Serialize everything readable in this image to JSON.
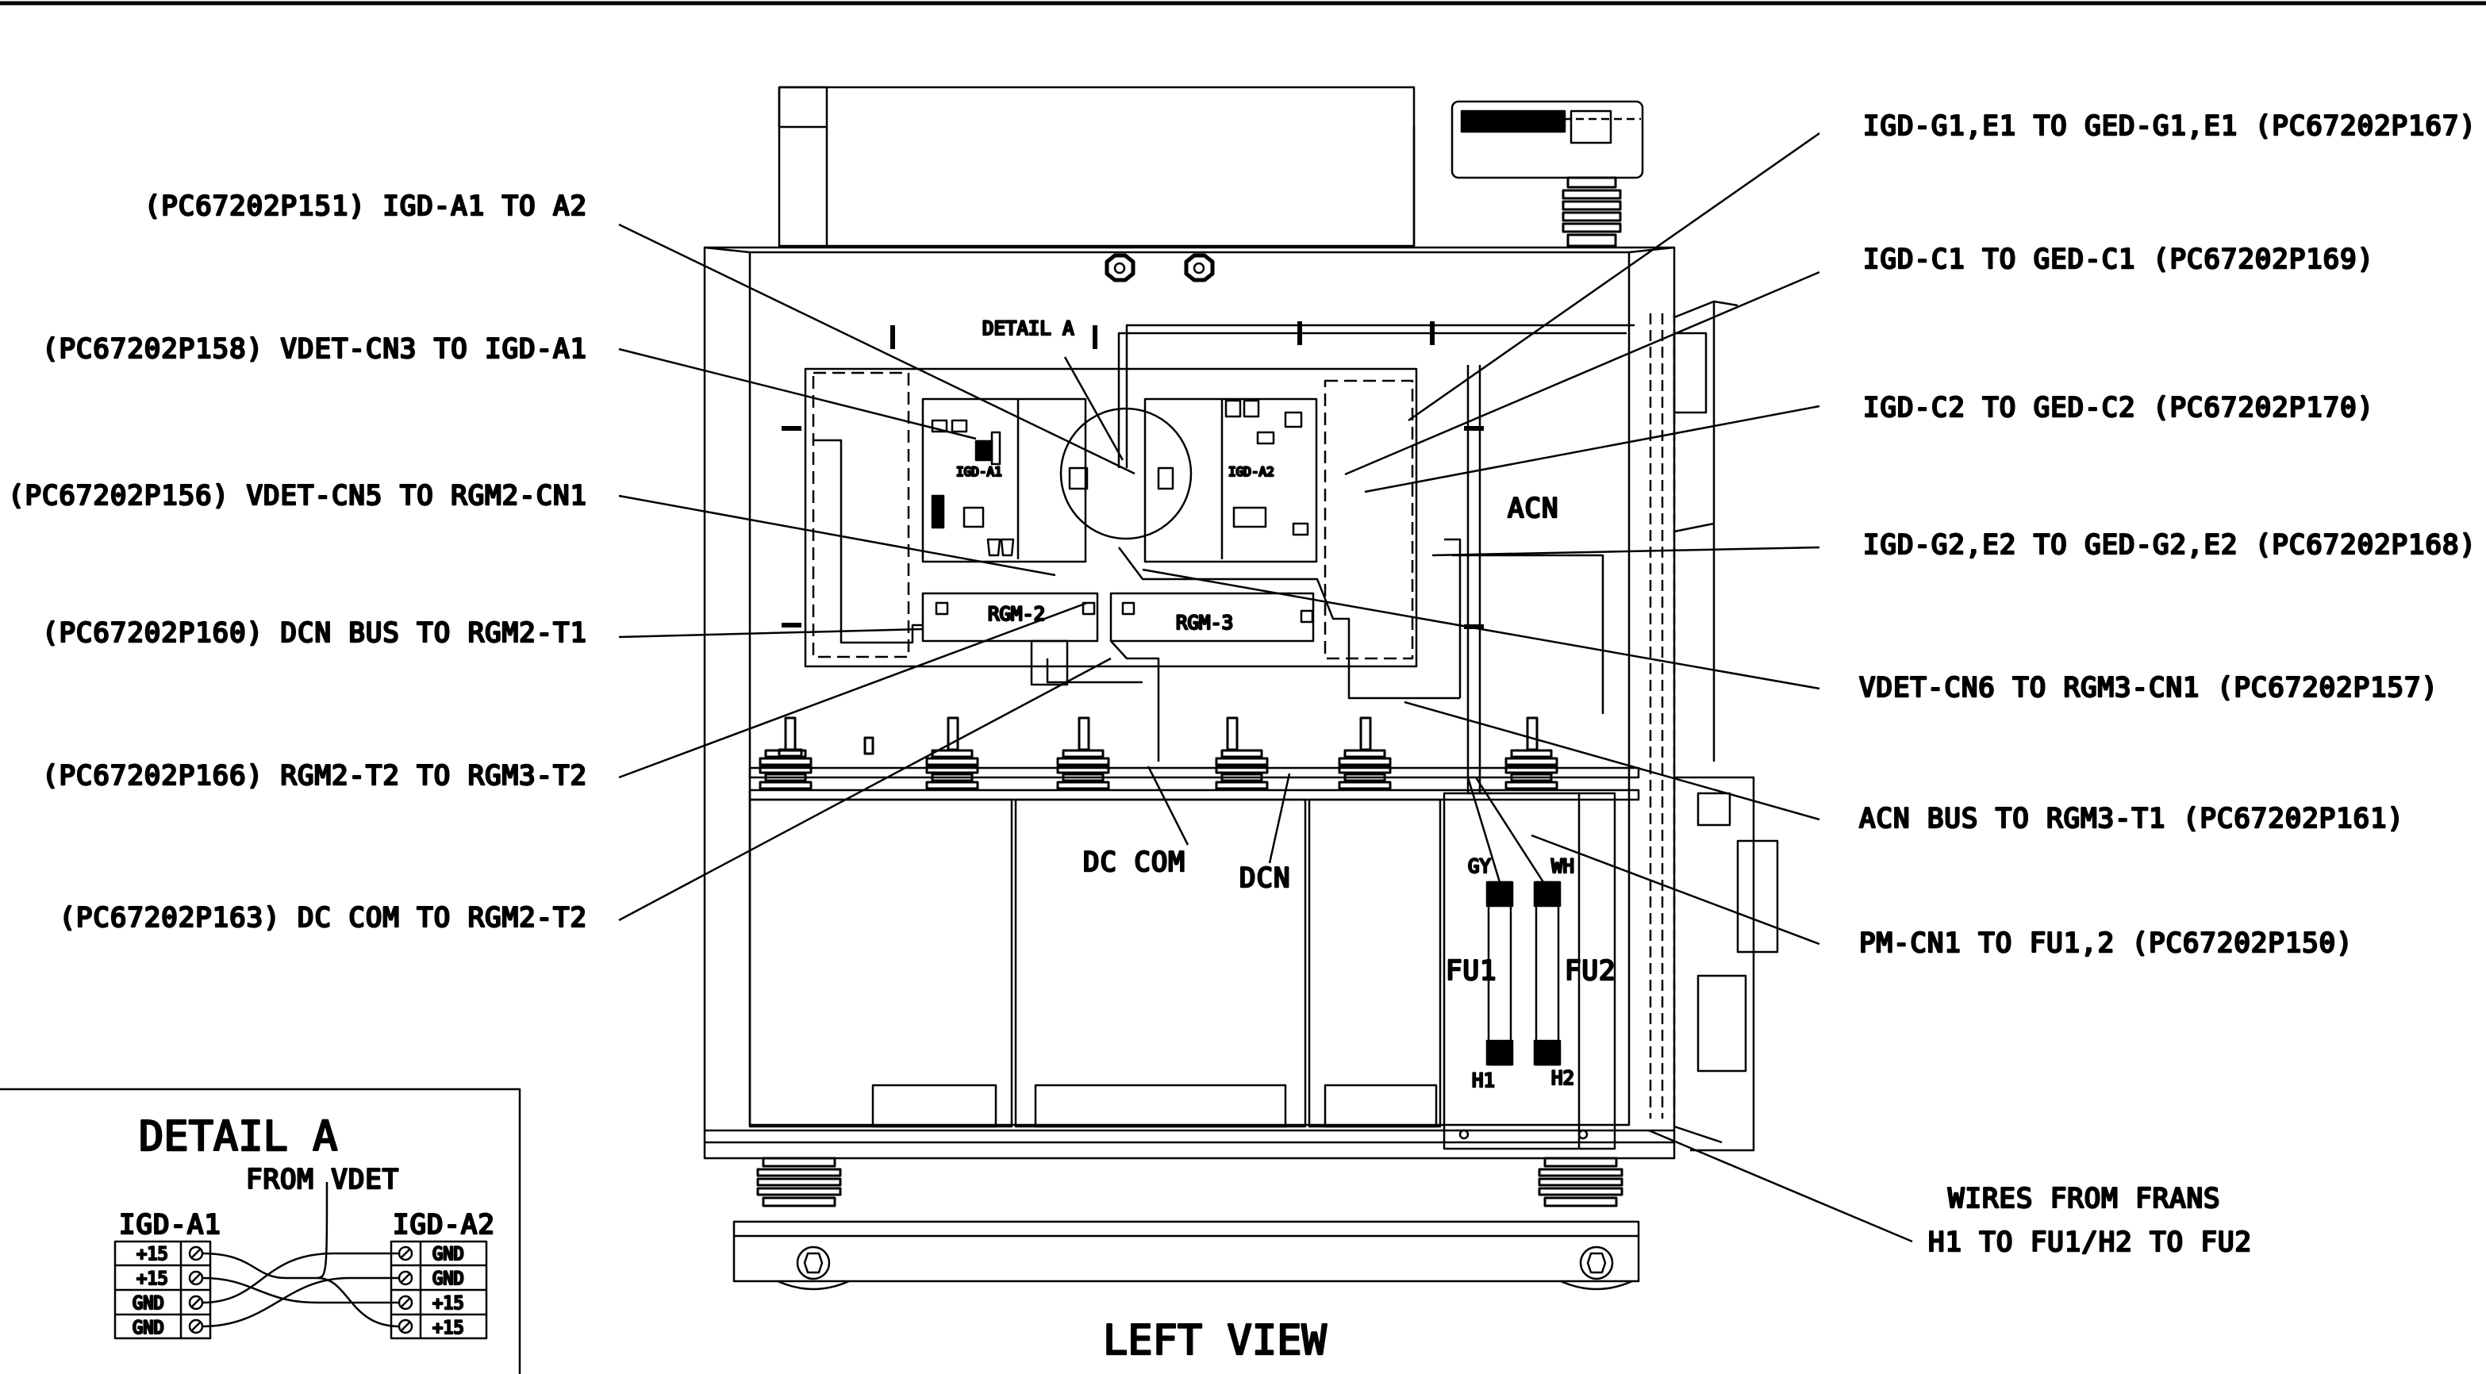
{
  "labels_left": [
    "(PC67202P151) IGD-A1 TO A2",
    "(PC67202P158) VDET-CN3 TO IGD-A1",
    "(PC67202P156) VDET-CN5 TO RGM2-CN1",
    "(PC67202P160) DCN BUS TO RGM2-T1",
    "(PC67202P166) RGM2-T2 TO RGM3-T2",
    "(PC67202P163) DC COM TO RGM2-T2"
  ],
  "labels_right": [
    "IGD-G1,E1 TO GED-G1,E1 (PC67202P167)",
    "IGD-C1 TO GED-C1 (PC67202P169)",
    "IGD-C2 TO GED-C2 (PC67202P170)",
    "IGD-G2,E2 TO GED-G2,E2 (PC67202P168)",
    "VDET-CN6 TO RGM3-CN1 (PC67202P157)",
    "ACN BUS TO RGM3-T1 (PC67202P161)",
    "PM-CN1 TO FU1,2 (PC67202P150)"
  ],
  "wires_note": [
    "WIRES FROM FRANS",
    "H1 TO FU1/H2 TO FU2"
  ],
  "view_title": "LEFT VIEW",
  "components": {
    "detail_a_tag": "DETAIL A",
    "igd_a1": "IGD-A1",
    "igd_a2": "IGD-A2",
    "rgm2": "RGM-2",
    "rgm3": "RGM-3",
    "acn": "ACN",
    "dc_com": "DC COM",
    "dcn": "DCN",
    "gy": "GY",
    "wh": "WH",
    "fu1": "FU1",
    "fu2": "FU2",
    "h1": "H1",
    "h2": "H2"
  },
  "detail_a": {
    "title": "DETAIL A",
    "from": "FROM VDET",
    "left_header": "IGD-A1",
    "right_header": "IGD-A2",
    "left_pins": [
      "+15",
      "+15",
      "GND",
      "GND"
    ],
    "right_pins": [
      "GND",
      "GND",
      "+15",
      "+15"
    ]
  }
}
